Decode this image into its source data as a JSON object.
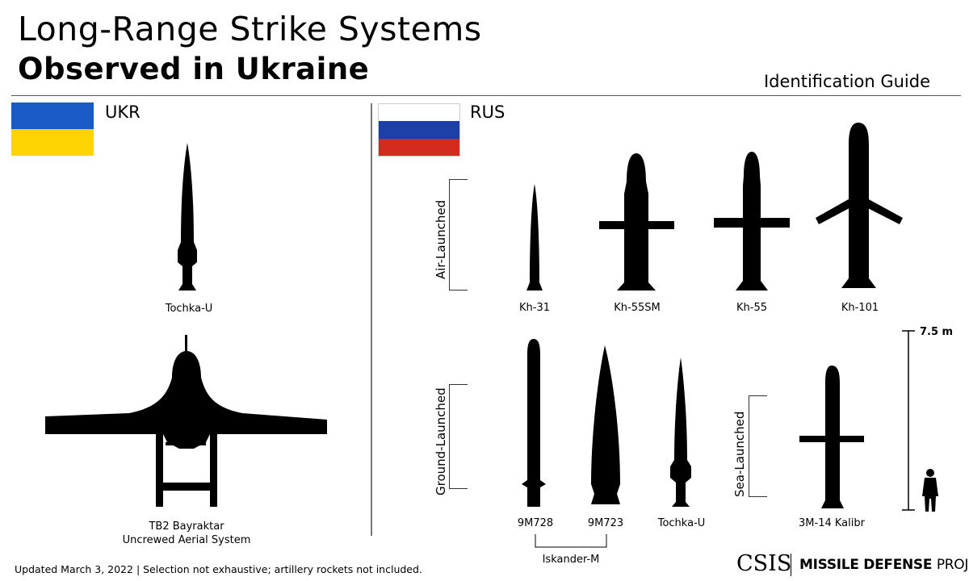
{
  "title": {
    "line1": "Long-Range Strike Systems",
    "line2": "Observed in Ukraine"
  },
  "subtitle": "Identification Guide",
  "ukr": {
    "label": "UKR",
    "flag_colors": [
      "#1b5bc7",
      "#ffd400"
    ],
    "systems": [
      {
        "name": "Tochka-U"
      },
      {
        "name_line1": "TB2 Bayraktar",
        "name_line2": "Uncrewed Aerial System"
      }
    ]
  },
  "rus": {
    "label": "RUS",
    "flag_colors": [
      "#ffffff",
      "#1c3fa8",
      "#d52b1e"
    ],
    "categories": {
      "air": "Air-Launched",
      "ground": "Ground-Launched",
      "sea": "Sea-Launched"
    },
    "air_systems": [
      "Kh-31",
      "Kh-55SM",
      "Kh-55",
      "Kh-101"
    ],
    "ground_systems": [
      "9M728",
      "9M723",
      "Tochka-U"
    ],
    "ground_group": "Iskander-M",
    "sea_systems": [
      "3M-14 Kalibr"
    ]
  },
  "scale": {
    "label": "7.5 m"
  },
  "footnote": "Updated March 3, 2022 | Selection not exhaustive; artillery rockets not included.",
  "logo": {
    "csis": "CSIS",
    "project_bold": "MISSILE DEFENSE",
    "project_light": "PROJECT"
  },
  "silhouette_color": "#000000"
}
